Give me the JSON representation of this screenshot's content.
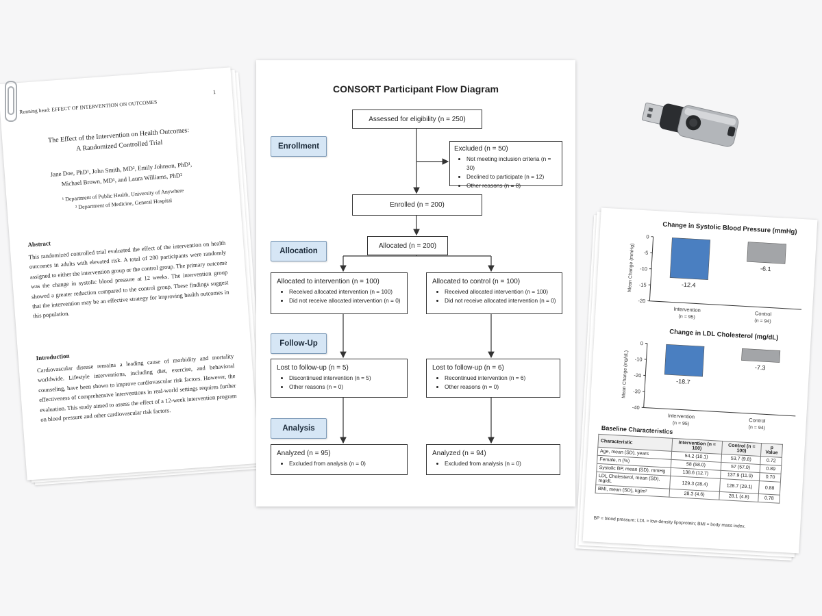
{
  "manuscript": {
    "running_head": "Running head:  EFFECT OF INTERVENTION ON OUTCOMES",
    "page_number": "1",
    "title_line1": "The Effect of the Intervention on Health Outcomes:",
    "title_line2": "A Randomized Controlled Trial",
    "authors_line1": "Jane Doe, PhD¹, John Smith, MD², Emily Johnson, PhD¹,",
    "authors_line2": "Michael Brown, MD¹, and Laura Williams, PhD²",
    "affiliation1": "¹ Department of Public Health, University of Anywhere",
    "affiliation2": "² Department of Medicine, General Hospital",
    "abstract_heading": "Abstract",
    "abstract_text": "This randomized controlled trial evaluated the effect of the intervention on health outcomes in adults with elevated risk. A total of 200 participants were randomly assigned to either the intervention group or the control group. The primary outcome was the change in systolic blood pressure at 12 weeks. The intervention group showed a greater reduction compared to the control group. These findings suggest that the intervention may be an effective strategy for improving health outcomes in this population.",
    "intro_heading": "Introduction",
    "intro_text": "Cardiovascular disease remains a leading cause of morbidity and mortality worldwide. Lifestyle interventions, including diet, exercise, and behavioral counseling, have been shown to improve cardiovascular risk factors. However, the effectiveness of comprehensive interventions in real-world settings requires further evaluation. This study aimed to assess the effect of a 12-week intervention program on blood pressure and other cardiovascular risk factors."
  },
  "consort": {
    "title": "CONSORT Participant Flow Diagram",
    "stages": {
      "enrollment": "Enrollment",
      "allocation": "Allocation",
      "followup": "Follow-Up",
      "analysis": "Analysis"
    },
    "assessed": "Assessed for eligibility (n = 250)",
    "excluded": {
      "title": "Excluded  (n = 50)",
      "items": [
        "Not meeting inclusion criteria (n = 30)",
        "Declined to participate (n = 12)",
        "Other reasons (n = 8)"
      ]
    },
    "enrolled": "Enrolled (n = 200)",
    "allocated": "Allocated (n = 200)",
    "intervention": {
      "title": "Allocated to intervention (n = 100)",
      "items": [
        "Received allocated intervention (n = 100)",
        "Did not receive allocated intervention (n = 0)"
      ]
    },
    "control": {
      "title": "Allocated to control (n = 100)",
      "items": [
        "Received allocated intervention (n = 100)",
        "Did not receive allocated intervention (n = 0)"
      ]
    },
    "lost_left": {
      "title": "Lost to follow-up  (n = 5)",
      "items": [
        "Discontinued intervention (n = 5)",
        "Other reasons (n = 0)"
      ]
    },
    "lost_right": {
      "title": "Lost to follow-up  (n = 6)",
      "items": [
        "Recontinued intervention (n = 6)",
        "Other reasons (n = 0)"
      ]
    },
    "analyzed_left": {
      "title": "Analyzed  (n = 95)",
      "items": [
        "Excluded from analysis (n = 0)"
      ]
    },
    "analyzed_right": {
      "title": "Analyzed  (n = 94)",
      "items": [
        "Excluded from analysis (n = 0)"
      ]
    }
  },
  "colors": {
    "stage_fill": "#d6e6f5",
    "intervention_bar": "#4a7fc1",
    "control_bar": "#a3a5a8"
  },
  "icons": {
    "usb": "usb-drive-icon",
    "clip": "paperclip-icon"
  },
  "chart_data": [
    {
      "type": "bar",
      "title": "Change in Systolic Blood Pressure (mmHg)",
      "ylabel": "Mean Change (mmHg)",
      "categories": [
        "Intervention",
        "Control"
      ],
      "category_sublabels": [
        "(n = 95)",
        "(n = 94)"
      ],
      "values": [
        -12.4,
        -6.1
      ],
      "value_labels": [
        "-12.4",
        "-6.1"
      ],
      "ylim": [
        -20,
        0
      ],
      "yticks": [
        "0",
        "-5",
        "-10",
        "-15",
        "-20"
      ],
      "grid": false
    },
    {
      "type": "bar",
      "title": "Change in LDL Cholesterol (mg/dL)",
      "ylabel": "Mean Change (mg/dL)",
      "categories": [
        "Intervention",
        "Control"
      ],
      "category_sublabels": [
        "(n = 95)",
        "(n = 94)"
      ],
      "values": [
        -18.7,
        -7.3
      ],
      "value_labels": [
        "-18.7",
        "-7.3"
      ],
      "ylim": [
        -40,
        0
      ],
      "yticks": [
        "0",
        "-10",
        "-20",
        "-30",
        "-40"
      ],
      "grid": false
    }
  ],
  "baseline": {
    "title": "Baseline Characteristics",
    "headers": [
      "Characteristic",
      "Intervention (n = 100)",
      "Control (n = 100)",
      "p Value"
    ],
    "rows": [
      [
        "Age, mean (SD), years",
        "54.2 (10.1)",
        "53.7 (9.8)",
        "0.72"
      ],
      [
        "Female, n (%)",
        "58 (58.0)",
        "57 (57.0)",
        "0.89"
      ],
      [
        "Systolic BP, mean (SD), mmHg",
        "138.6 (12.7)",
        "137.9 (11.9)",
        "0.70"
      ],
      [
        "LDL Cholesterol, mean (SD), mg/dL",
        "129.3 (28.4)",
        "128.7 (29.1)",
        "0.88"
      ],
      [
        "BMI, mean (SD), kg/m²",
        "28.3 (4.6)",
        "28.1 (4.8)",
        "0.78"
      ]
    ],
    "footnote": "BP = blood pressure; LDL = low-density lipoprotein; BMI = body mass index."
  }
}
